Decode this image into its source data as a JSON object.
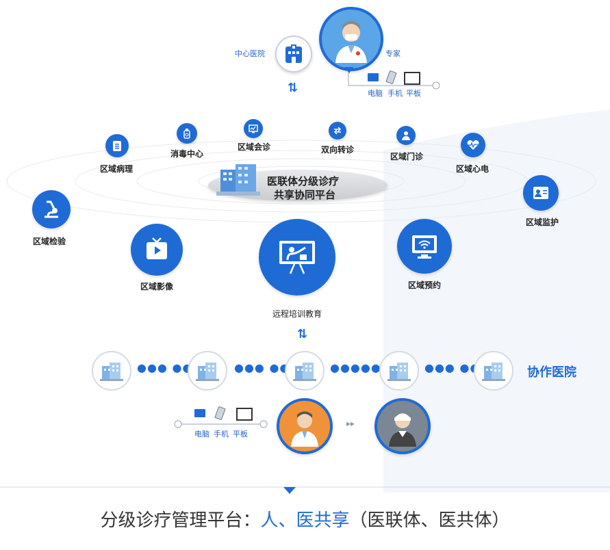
{
  "top": {
    "center_hospital": "中心医院",
    "expert": "专家",
    "devices": [
      "电脑",
      "手机",
      "平板"
    ]
  },
  "platform": {
    "line1": "医联体分级诊疗",
    "line2": "共享协同平台"
  },
  "nodes": {
    "pathology": "区域病理",
    "disinfection": "消毒中心",
    "consultation": "区域会诊",
    "referral": "双向转诊",
    "outpatient": "区域门诊",
    "ecg": "区域心电",
    "monitoring": "区域监护",
    "lab": "区域检验",
    "imaging": "区域影像",
    "training": "远程培训教育",
    "appointment": "区域预约"
  },
  "cooperative": {
    "label": "协作医院",
    "devices": [
      "电脑",
      "手机",
      "平板"
    ]
  },
  "footer": {
    "prefix": "分级诊疗管理平台：",
    "highlight": "人、医共享",
    "suffix": "（医联体、医共体）"
  },
  "colors": {
    "accent": "#1f6bd6",
    "text": "#333333"
  }
}
